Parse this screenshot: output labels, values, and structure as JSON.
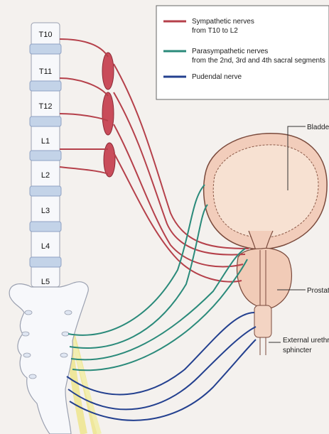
{
  "legend": {
    "items": [
      {
        "line1": "Sympathetic nerves",
        "line2": "from T10 to L2",
        "color": "#b5404a"
      },
      {
        "line1": "Parasympathetic nerves",
        "line2": "from the 2nd, 3rd and 4th sacral segments",
        "color": "#2a8a7a"
      },
      {
        "line1": "Pudendal nerve",
        "line2": "",
        "color": "#23408f"
      }
    ]
  },
  "vertebrae": [
    "T10",
    "T11",
    "T12",
    "L1",
    "L2",
    "L3",
    "L4",
    "L5"
  ],
  "labels": {
    "bladder": "Bladder",
    "prostate": "Prostate",
    "sphincter_line1": "External urethral",
    "sphincter_line2": "sphincter"
  },
  "colors": {
    "sympathetic": "#b5404a",
    "parasympathetic": "#2a8a7a",
    "pudendal": "#23408f",
    "bone": "#f7f8fb",
    "disc": "#c3d3e8",
    "bladder_fill": "#f2cdbb",
    "bladder_inner": "#f7e1d2",
    "prostate_fill": "#f1cbb7",
    "sacral_root": "#f0e89a"
  }
}
